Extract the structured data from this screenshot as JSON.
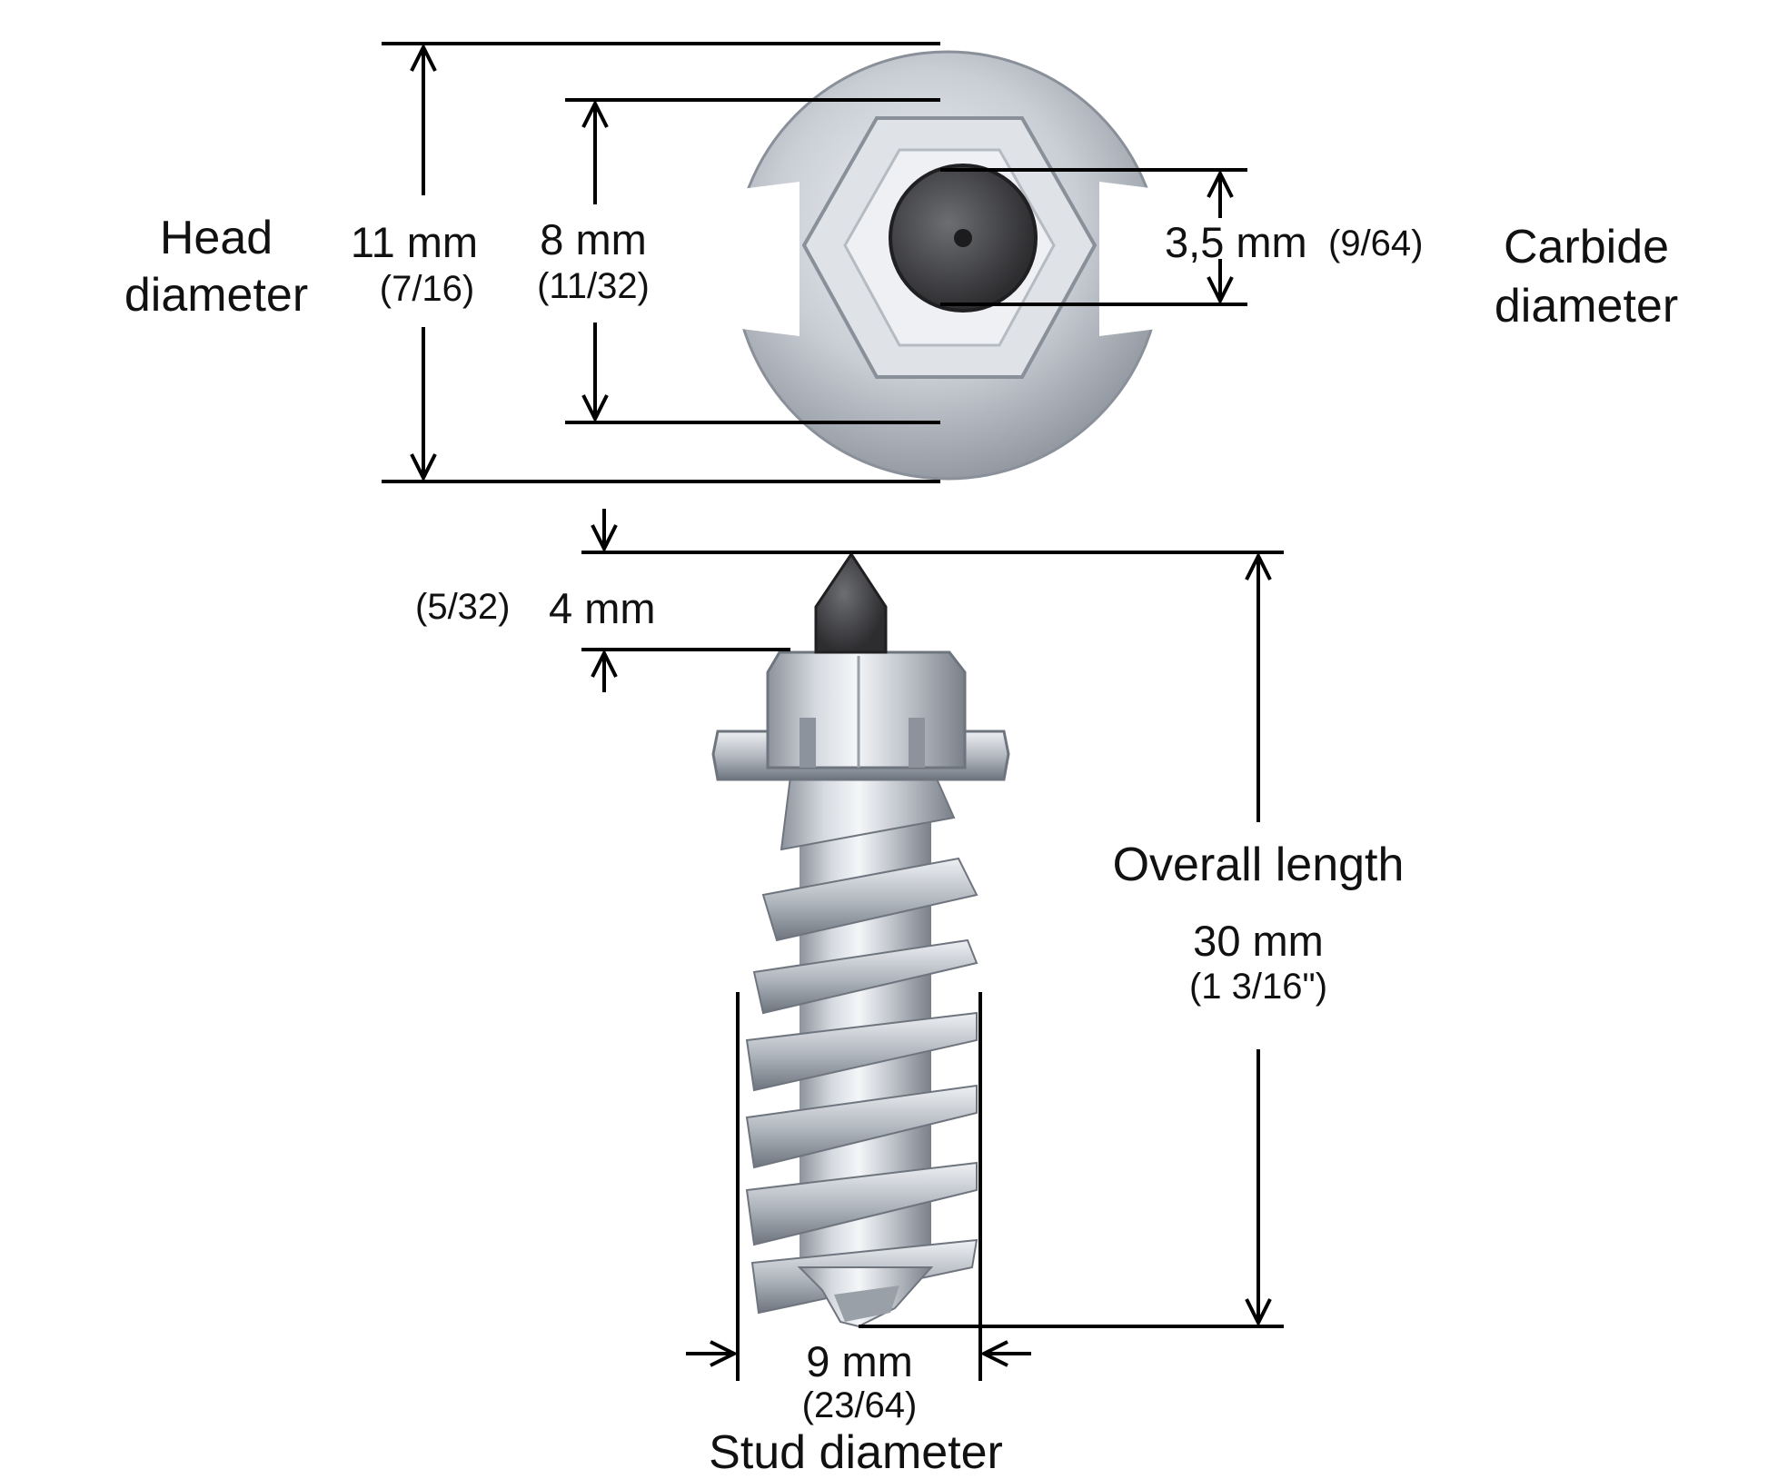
{
  "head_diameter": {
    "caption_line1": "Head",
    "caption_line2": "diameter",
    "value_mm": "11 mm",
    "value_in": "(7/16)"
  },
  "inner_head": {
    "value_mm": "8 mm",
    "value_in": "(11/32)"
  },
  "carbide_diameter": {
    "value_mm": "3,5 mm",
    "value_in": "(9/64)",
    "caption_line1": "Carbide",
    "caption_line2": "diameter"
  },
  "carbide_protrusion": {
    "value_in": "(5/32)",
    "value_mm": "4 mm"
  },
  "overall_length": {
    "caption": "Overall length",
    "value_mm": "30 mm",
    "value_in": "(1 3/16\")"
  },
  "stud_diameter": {
    "value_mm": "9 mm",
    "value_in": "(23/64)",
    "caption": "Stud diameter"
  },
  "colors": {
    "line": "#000000",
    "metal_light": "#e6e9ee",
    "metal_mid": "#b9bec6",
    "metal_dark": "#7d838d",
    "carbide": "#3f3f42"
  }
}
